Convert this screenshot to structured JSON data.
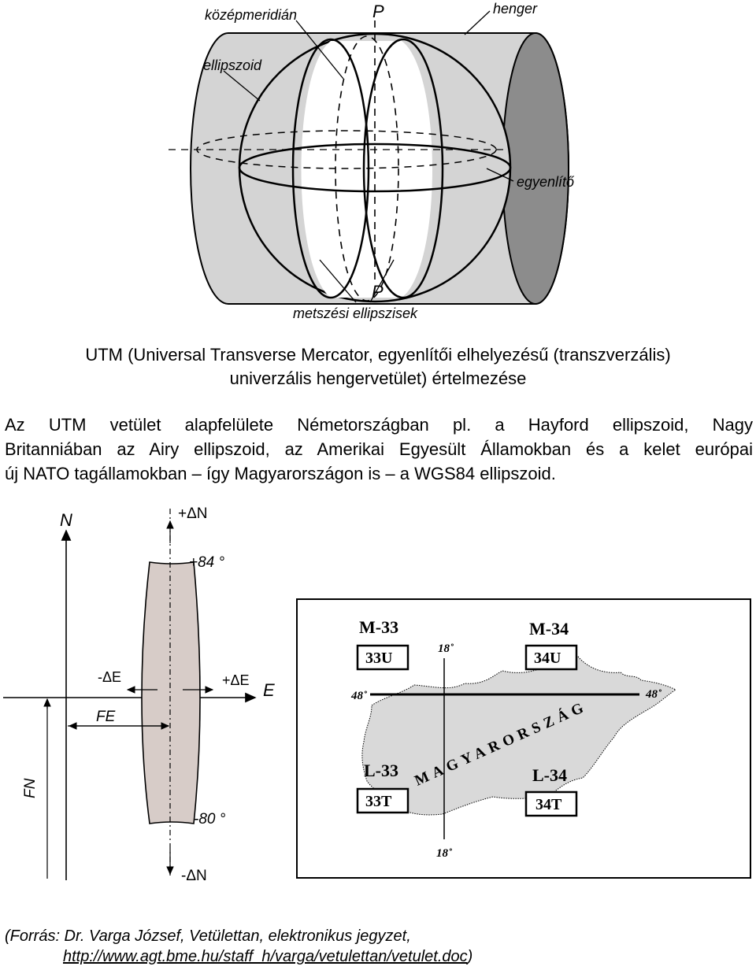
{
  "figure1": {
    "labels": {
      "kozepmeridian": "középmeridián",
      "pole_top": "P",
      "henger": "henger",
      "ellipszoid": "ellipszoid",
      "egyenlito": "egyenlítő",
      "pole_bottom": "P",
      "metszesi": "metszési ellipszisek"
    },
    "colors": {
      "cylinder": "#d4d4d4",
      "cylinder_end": "#8c8c8c"
    }
  },
  "caption": {
    "line1": "UTM (Universal Transverse Mercator, egyenlítői elhelyezésű (transzverzális)",
    "line2": "univerzális hengervetület) értelmezése"
  },
  "paragraph": {
    "line1": "Az UTM vetület alapfelülete Németországban pl. a Hayford ellipszoid, Nagy",
    "line2": "Britanniában az Airy ellipszoid, az Amerikai Egyesült Államokban és a kelet európai",
    "line3": "új NATO tagállamokban – így Magyarországon is – a WGS84 ellipszoid."
  },
  "figure2": {
    "labels": {
      "N": "N",
      "plus_dN": "+ΔN",
      "plus84": "+84 °",
      "minus_dE": "-ΔE",
      "plus_dE": "+ΔE",
      "E": "E",
      "FE": "FE",
      "FN": "FN",
      "minus80": "-80 °",
      "minus_dN": "-ΔN"
    },
    "colors": {
      "zone": "#d7ccc8"
    }
  },
  "figure3": {
    "labels": {
      "m33": "M-33",
      "m34": "M-34",
      "u33": "33U",
      "u34": "34U",
      "l33": "L-33",
      "l34": "L-34",
      "t33": "33T",
      "t34": "34T",
      "deg18_top": "18˚",
      "deg18_bottom": "18˚",
      "deg48_left": "48˚",
      "deg48_right": "48˚",
      "country": "MAGYARORSZÁG"
    },
    "colors": {
      "country_fill": "#d9d9d9"
    }
  },
  "source": {
    "line1": "(Forrás: Dr. Varga József, Vetülettan, elektronikus jegyzet,",
    "link": "http://www.agt.bme.hu/staff_h/varga/vetulettan/vetulet.doc",
    "close": ")"
  }
}
